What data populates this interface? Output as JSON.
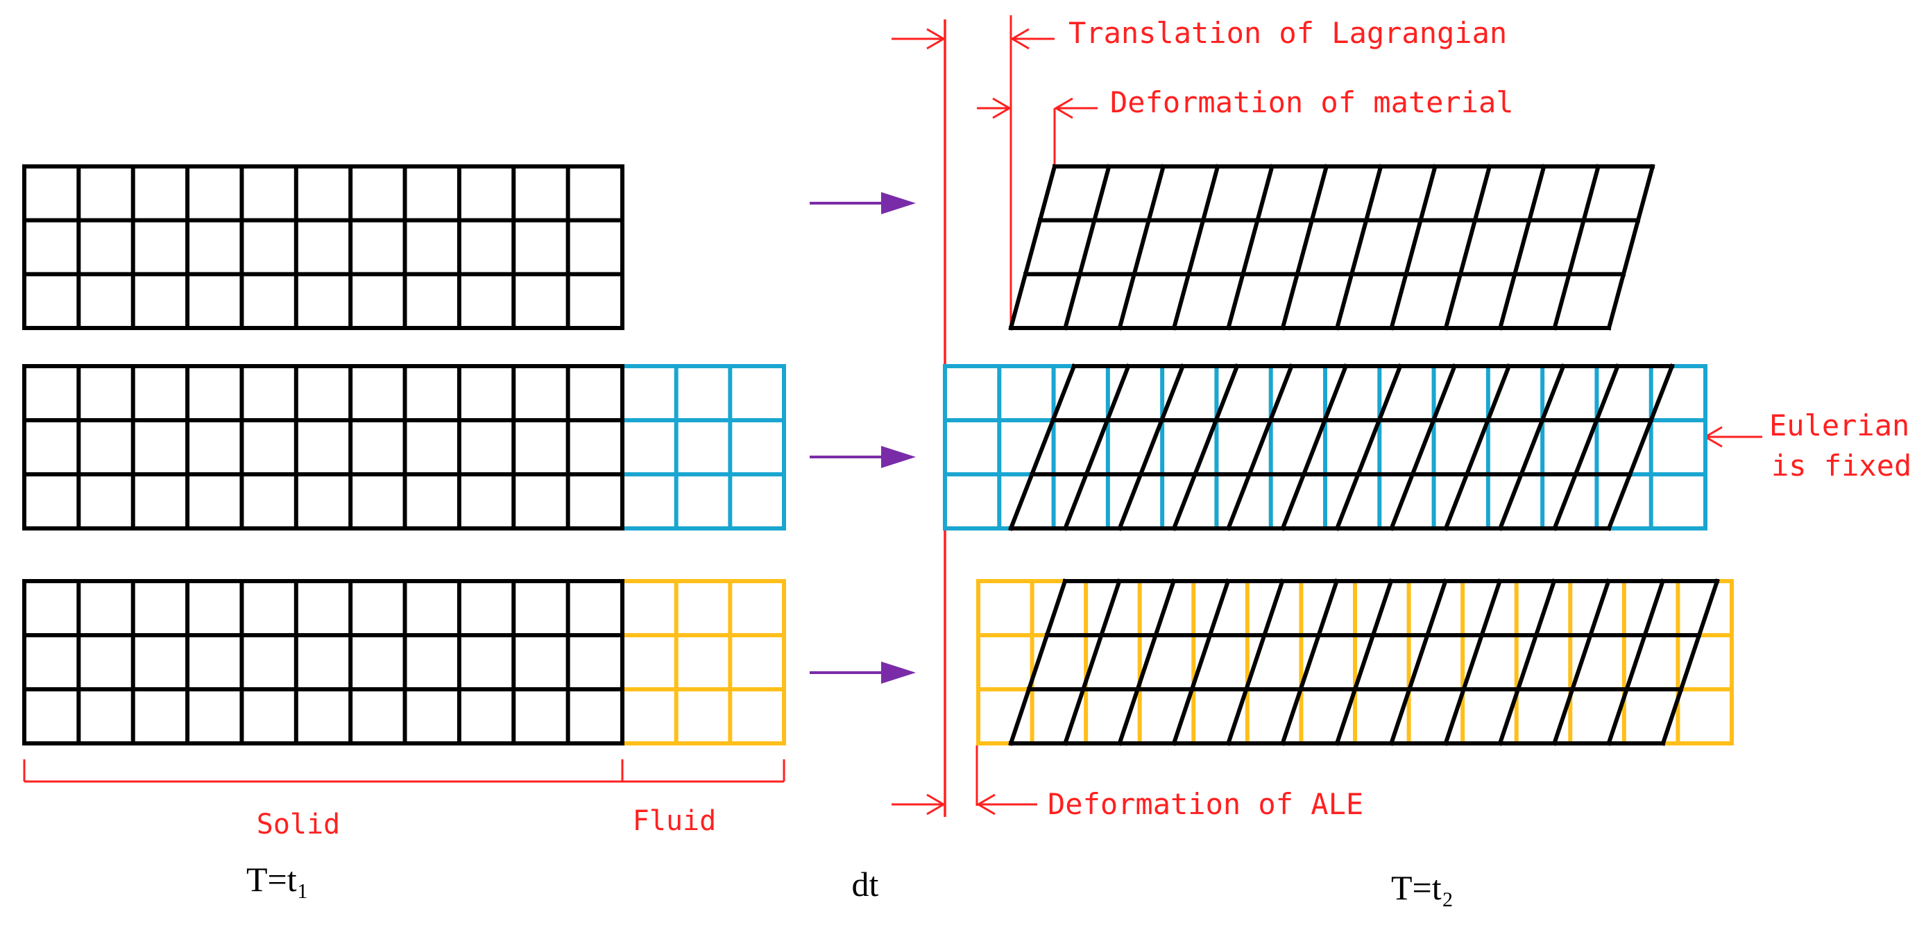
{
  "annotations": {
    "translation_label": "Translation of Lagrangian",
    "deformation_material_label": "Deformation of material",
    "eulerian_label_line1": "Eulerian",
    "eulerian_label_line2": "is fixed",
    "deformation_ale_label": "Deformation of ALE"
  },
  "bottom_labels": {
    "solid": "Solid",
    "fluid": "Fluid",
    "t1": "T=t₁",
    "dt": "dt",
    "t2": "T=t₂"
  },
  "colors": {
    "mesh": "#000000",
    "annotation": "#ff2020",
    "eulerian_mesh": "#1aa6d1",
    "ale_mesh": "#ffbf1a",
    "arrow": "#7a2ca8"
  },
  "meshes": {
    "solid_columns": 11,
    "fluid_columns": 3,
    "rows": 3
  }
}
